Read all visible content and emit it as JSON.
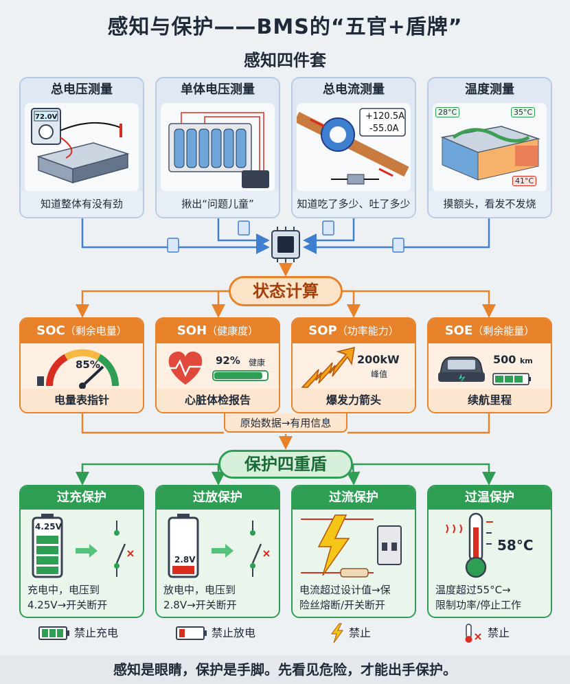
{
  "title": "感知与保护——BMS的“五官+盾牌”",
  "sensing": {
    "title": "感知四件套",
    "cards": [
      {
        "title": "总电压测量",
        "caption": "知道整体有没有劲",
        "reading": "72.0V",
        "icon": "voltmeter-icon"
      },
      {
        "title": "单体电压测量",
        "caption": "揪出“问题儿童”",
        "icon": "battery-cells-icon"
      },
      {
        "title": "总电流测量",
        "caption": "知道吃了多少、吐了多少",
        "reading_a": "+120.5A",
        "reading_b": "-55.0A",
        "icon": "current-sensor-icon"
      },
      {
        "title": "温度测量",
        "caption": "摸额头，看发不发烧",
        "temp_a": "28°C",
        "temp_b": "35°C",
        "temp_c": "41°C",
        "icon": "temperature-sensor-icon"
      }
    ]
  },
  "state": {
    "title": "状态计算",
    "cards": [
      {
        "abbr": "SOC",
        "name": "（剩余电量）",
        "value": "85%",
        "caption": "电量表指针",
        "icon": "gauge-icon"
      },
      {
        "abbr": "SOH",
        "name": "（健康度）",
        "value": "92%",
        "value_label": "健康",
        "value_fraction": 0.92,
        "caption": "心脏体检报告",
        "icon": "heart-icon"
      },
      {
        "abbr": "SOP",
        "name": "（功率能力）",
        "value": "200kW",
        "value_label": "峰值",
        "caption": "爆发力箭头",
        "icon": "power-arrow-icon"
      },
      {
        "abbr": "SOE",
        "name": "（剩余能量）",
        "value": "500",
        "unit": "km",
        "caption": "续航里程",
        "icon": "car-icon"
      }
    ],
    "banner": "原始数据→有用信息"
  },
  "protect": {
    "title": "保护四重盾",
    "cards": [
      {
        "title": "过充保护",
        "reading": "4.25V",
        "desc_1": "充电中，电压到",
        "desc_2": "4.25V→开关断开",
        "badge": "禁止充电",
        "icon": "full-battery-icon"
      },
      {
        "title": "过放保护",
        "reading": "2.8V",
        "desc_1": "放电中，电压到",
        "desc_2": "2.8V→开关断开",
        "badge": "禁止放电",
        "icon": "low-battery-icon"
      },
      {
        "title": "过流保护",
        "desc_1": "电流超过设计值→保",
        "desc_2": "险丝熔断/开关断开",
        "badge": "禁止",
        "icon": "lightning-icon"
      },
      {
        "title": "过温保护",
        "reading": "58°C",
        "desc_1": "温度超过55°C→",
        "desc_2": "限制功率/停止工作",
        "badge": "禁止",
        "icon": "thermometer-icon"
      }
    ]
  },
  "footer": "感知是眼睛，保护是手脚。先看见危险，才能出手保护。",
  "colors": {
    "sense": "#3f7fcf",
    "state": "#e8822a",
    "protect": "#2f9e55"
  }
}
